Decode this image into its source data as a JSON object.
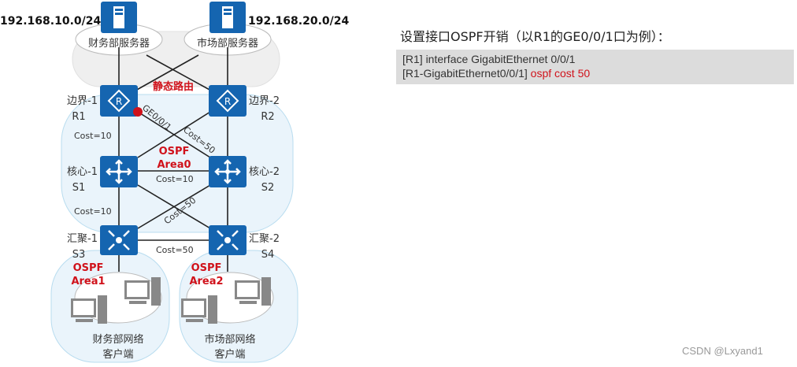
{
  "diagram": {
    "subnets": {
      "left": "192.168.10.0/24",
      "right": "192.168.20.0/24"
    },
    "servers": [
      {
        "label": "财务部服务器"
      },
      {
        "label": "市场部服务器"
      }
    ],
    "static_route": "静态路由",
    "routers": [
      {
        "label": "边界-1",
        "id": "R1"
      },
      {
        "label": "边界-2",
        "id": "R2"
      }
    ],
    "core": [
      {
        "label": "核心-1",
        "id": "S1"
      },
      {
        "label": "核心-2",
        "id": "S2"
      }
    ],
    "aggregation": [
      {
        "label": "汇聚-1",
        "id": "S3"
      },
      {
        "label": "汇聚-2",
        "id": "S4"
      }
    ],
    "interface_label": "GE0/0/1",
    "costs": {
      "r1_s1": "Cost=10",
      "r1_s2": "Cost=50",
      "s1_s2": "Cost=10",
      "s1_s3": "Cost=10",
      "cross_lower": "Cost=50",
      "s3_s4": "Cost=50"
    },
    "areas": {
      "area0": [
        "OSPF",
        "Area0"
      ],
      "area1": [
        "OSPF",
        "Area1"
      ],
      "area2": [
        "OSPF",
        "Area2"
      ]
    },
    "clients": [
      {
        "line1": "财务部网络",
        "line2": "客户端"
      },
      {
        "line1": "市场部网络",
        "line2": "客户端"
      }
    ],
    "colors": {
      "device": "#1565b0",
      "highlight": "#d0121b",
      "area_fill": "#eaf4fb",
      "area_stroke": "#b8dcef"
    }
  },
  "panel": {
    "title": "设置接口OSPF开销（以R1的GE0/0/1口为例）：",
    "code": [
      {
        "text": "[R1] interface GigabitEthernet 0/0/1",
        "highlight": ""
      },
      {
        "text": "[R1-GigabitEthernet0/0/1] ",
        "highlight": "ospf cost 50"
      }
    ]
  },
  "watermark": "CSDN @Lxyand1"
}
